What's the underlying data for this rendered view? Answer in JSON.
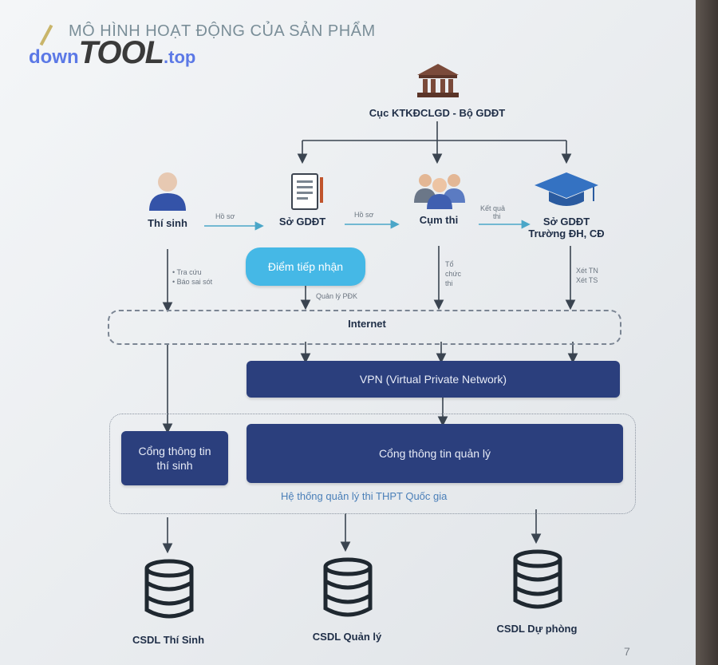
{
  "title": "MÔ HÌNH HOẠT ĐỘNG CỦA SẢN PHẨM",
  "watermark": {
    "part1": "down",
    "part2": "TOOL",
    "part3": ".top"
  },
  "top_node": {
    "label": "Cục KTKĐCLGD - Bộ GDĐT",
    "icon": "bank-building-icon"
  },
  "nodes": {
    "thi_sinh": {
      "label": "Thí sinh",
      "icon": "user-icon"
    },
    "so_gddt": {
      "label": "Sở GDĐT",
      "icon": "document-icon"
    },
    "cum_thi": {
      "label": "Cụm thi",
      "icon": "people-group-icon"
    },
    "so_truong": {
      "label1": "Sở GDĐT",
      "label2": "Trường ĐH, CĐ",
      "icon": "graduation-cap-icon"
    }
  },
  "edge_labels": {
    "ho_so_1": "Hồ sơ",
    "ho_so_2": "Hồ sơ",
    "ket_qua_1": "Kết quả",
    "ket_qua_2": "thi",
    "tra_cuu": "• Tra cứu",
    "bao_sai_sot": "• Báo sai sót",
    "quan_ly_pdk": "Quản lý PĐK",
    "to_1": "Tổ",
    "to_2": "chức",
    "to_3": "thi",
    "xet_tn": "Xét TN",
    "xet_ts": "Xét TS"
  },
  "diem_tiep_nhan": "Điểm tiếp nhận",
  "internet": "Internet",
  "vpn": "VPN (Virtual Private Network)",
  "cong_thi_sinh": {
    "line1": "Cổng thông tin",
    "line2": "thí sinh"
  },
  "cong_quan_ly": "Cổng thông tin quản lý",
  "he_thong": "Hệ thống quản lý thi THPT Quốc gia",
  "databases": [
    {
      "label": "CSDL Thí Sinh",
      "icon": "database-icon"
    },
    {
      "label": "CSDL Quản lý",
      "icon": "database-icon"
    },
    {
      "label": "CSDL Dự phòng",
      "icon": "database-icon"
    }
  ],
  "page_number": "7",
  "colors": {
    "navy": "#2b3f7d",
    "sky": "#45b8e6",
    "arrow": "#3a4450",
    "cyan_arrow": "#4aa6c8"
  }
}
